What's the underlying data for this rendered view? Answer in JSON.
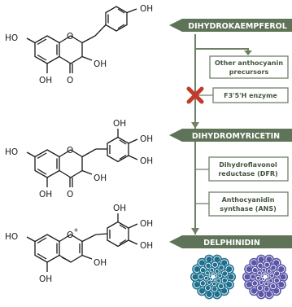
{
  "compounds": {
    "kaempferol": {
      "oh_top": "OH",
      "ho_left": "HO",
      "o_ring": "O",
      "oh_mid": "OH",
      "oh_bottom": "OH",
      "o_keto": "O"
    },
    "myricetin": {
      "oh_top": "OH",
      "oh_right_top": "OH",
      "oh_right_bottom": "OH",
      "ho_left": "HO",
      "o_ring": "O",
      "oh_mid": "OH",
      "oh_bottom": "OH",
      "o_keto": "O"
    },
    "delphinidin": {
      "oh_top": "OH",
      "oh_right_top": "OH",
      "oh_right_bottom": "OH",
      "ho_left": "HO",
      "o_ring": "O",
      "o_charge": "+",
      "oh_mid": "OH",
      "oh_bottom": "OH"
    }
  },
  "pathway": {
    "main_banners": [
      "DIHYDROKAEMPFEROL",
      "DIHYDROMYRICETIN",
      "DELPHINIDIN"
    ],
    "side_boxes": [
      {
        "line1": "Other anthocyanin",
        "line2": "precursors"
      },
      {
        "line1": "F3'5'H enzyme"
      },
      {
        "line1": "Dihydroflavonol",
        "line2": "reductase (DFR)"
      },
      {
        "line1": "Anthocyanidin",
        "line2": "synthase (ANS)"
      }
    ]
  },
  "colors": {
    "banner": "#5f7358",
    "box_border": "#6e8166",
    "box_text": "#44543f",
    "blocked_x": "#c33a2b",
    "flower_teal": "#1d6f8d",
    "flower_purple": "#5a55a8",
    "structure": "#1a1a1a"
  },
  "icons": [
    "blocked-x-icon",
    "blue-flower-icon",
    "purple-flower-icon"
  ]
}
